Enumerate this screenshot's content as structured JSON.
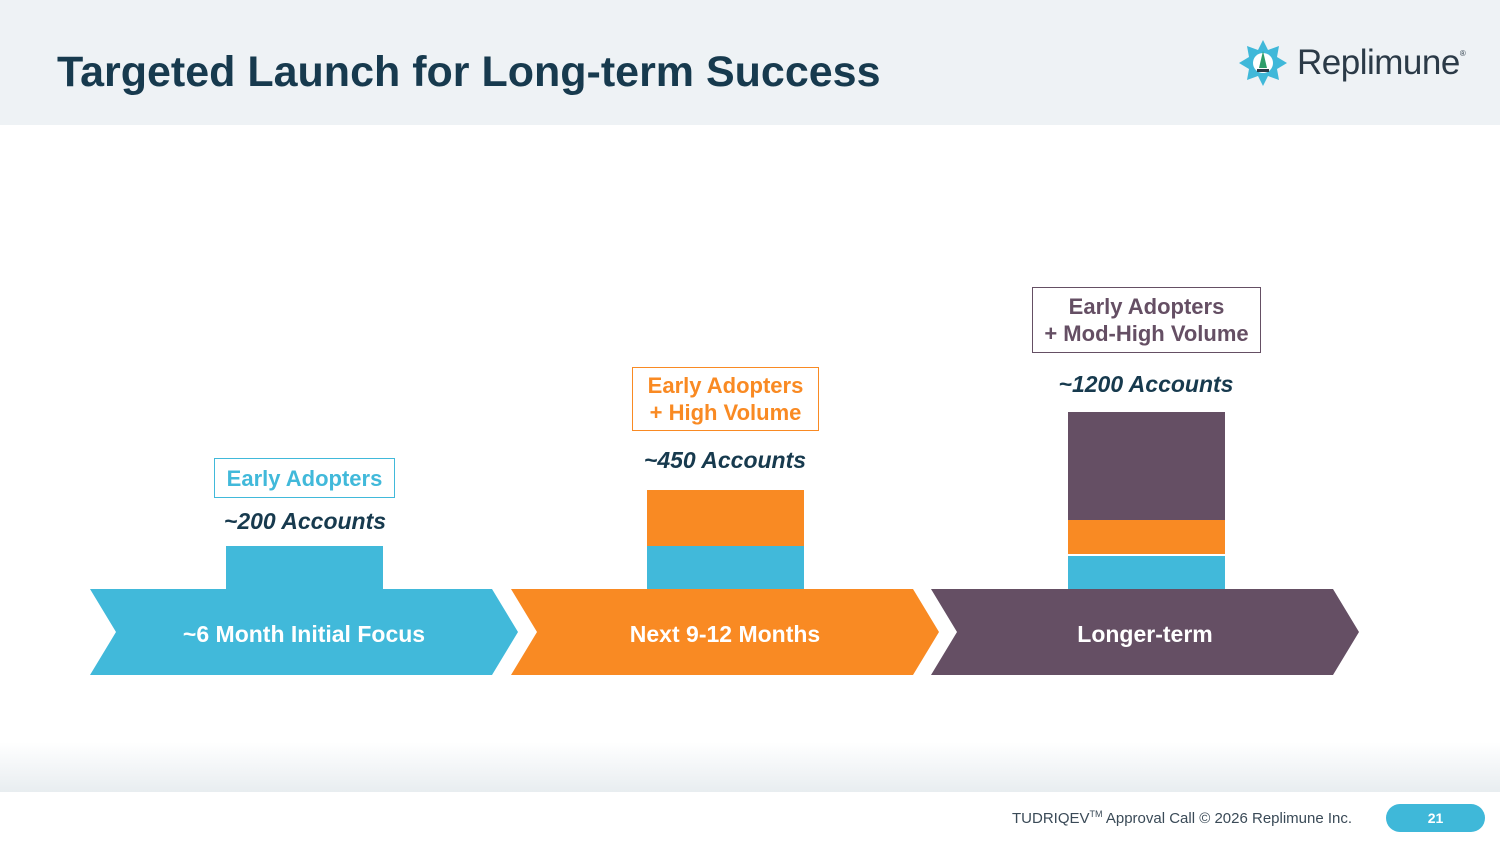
{
  "slide": {
    "title": "Targeted Launch for Long-term Success",
    "logo": {
      "icon": "replimune-star-icon",
      "text": "Replimune",
      "mark": "®"
    }
  },
  "colors": {
    "blue": "#41b9da",
    "orange": "#f98a23",
    "purple": "#654f64",
    "navy": "#173a4e"
  },
  "phases": [
    {
      "label": "~6 Month Initial Focus",
      "box": "Early Adopters",
      "box2": "",
      "accounts": "~200 Accounts"
    },
    {
      "label": "Next 9-12 Months",
      "box": "Early Adopters",
      "box2": "+ High Volume",
      "accounts": "~450 Accounts"
    },
    {
      "label": "Longer-term",
      "box": "Early Adopters",
      "box2": "+ Mod-High Volume",
      "accounts": "~1200 Accounts"
    }
  ],
  "footer": {
    "product": "TUDRIQEV",
    "tm": "TM",
    "text": " Approval Call © 2026 Replimune Inc.",
    "page": "21"
  }
}
